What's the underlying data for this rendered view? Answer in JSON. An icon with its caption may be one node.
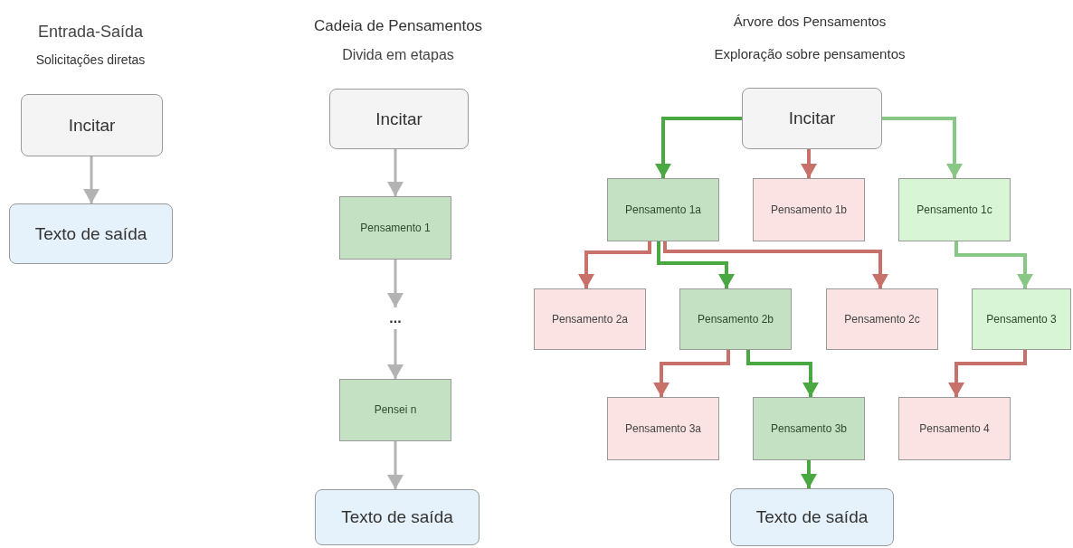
{
  "diagram": {
    "nodes": [
      {
        "text": [
          "Incitar"
        ]
      },
      {
        "text": [
          "Texto de saída"
        ]
      },
      {
        "text": [
          "Incitar"
        ]
      },
      {
        "text": [
          "Pensamento 1"
        ]
      },
      {
        "text": [
          "..."
        ]
      },
      {
        "text": [
          "Pensei n"
        ]
      },
      {
        "text": [
          "Texto de saída"
        ]
      },
      {
        "text": [
          "Incitar"
        ]
      },
      {
        "text": [
          "Pensamento 1a"
        ]
      },
      {
        "text": [
          "Pensamento 1b"
        ]
      },
      {
        "text": [
          "Pensamento 1c"
        ]
      },
      {
        "text": [
          "Pensamento 2a"
        ]
      },
      {
        "text": [
          "Pensamento 2b"
        ]
      },
      {
        "text": [
          "Pensamento 2c"
        ]
      },
      {
        "text": [
          "Pensamento 3"
        ]
      },
      {
        "text": [
          "Pensamento 3a"
        ]
      },
      {
        "text": [
          "Pensamento 3b"
        ]
      },
      {
        "text": [
          "Pensamento 4"
        ]
      },
      {
        "text": [
          "Texto de saída"
        ]
      }
    ],
    "edges": [
      {
        "from": 0,
        "to": 1,
        "arrow": "to"
      },
      {
        "from": 2,
        "to": 3,
        "arrow": "to"
      },
      {
        "from": 3,
        "to": 4,
        "arrow": "to"
      },
      {
        "from": 4,
        "to": 5,
        "arrow": "to"
      },
      {
        "from": 5,
        "to": 6,
        "arrow": "to"
      },
      {
        "from": 7,
        "to": 8,
        "arrow": "to",
        "color": "#4aa843"
      },
      {
        "from": 7,
        "to": 9,
        "arrow": "to",
        "color": "#c8706a"
      },
      {
        "from": 7,
        "to": 10,
        "arrow": "to",
        "color": "#88c785"
      },
      {
        "from": 8,
        "to": 11,
        "arrow": "to",
        "color": "#c8706a"
      },
      {
        "from": 8,
        "to": 12,
        "arrow": "to",
        "color": "#4aa843"
      },
      {
        "from": 8,
        "to": 13,
        "arrow": "to",
        "color": "#c8706a"
      },
      {
        "from": 10,
        "to": 14,
        "arrow": "to",
        "color": "#88c785"
      },
      {
        "from": 12,
        "to": 15,
        "arrow": "to",
        "color": "#c8706a"
      },
      {
        "from": 12,
        "to": 16,
        "arrow": "to",
        "color": "#4aa843"
      },
      {
        "from": 14,
        "to": 17,
        "arrow": "to",
        "color": "#c8706a"
      },
      {
        "from": 16,
        "to": 18,
        "arrow": "to",
        "color": "#4aa843"
      }
    ],
    "labels": [
      "Entrada-Saída",
      "Solicitações diretas",
      "Cadeia de Pensamentos",
      "Divida em etapas",
      "Árvore dos Pensamentos",
      "Exploração sobre pensamentos"
    ]
  }
}
